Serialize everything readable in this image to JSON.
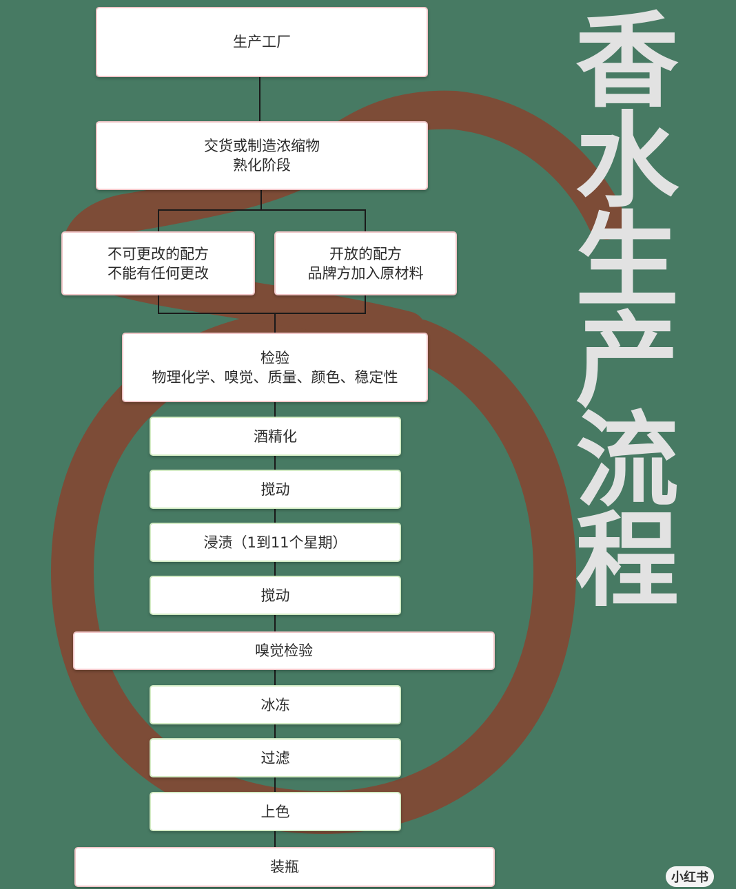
{
  "title_chars": [
    "香",
    "水",
    "生",
    "产",
    "流",
    "程"
  ],
  "nodes": {
    "factory": "生产工厂",
    "concentrate": [
      "交货或制造浓缩物",
      "熟化阶段"
    ],
    "fixed_formula": [
      "不可更改的配方",
      "不能有任何更改"
    ],
    "open_formula": [
      "开放的配方",
      "品牌方加入原材料"
    ],
    "inspection": [
      "检验",
      "物理化学、嗅觉、质量、颜色、稳定性"
    ],
    "alcoholize": "酒精化",
    "stir_1": "搅动",
    "macerate": "浸渍（1到11个星期）",
    "stir_2": "搅动",
    "olfactory_check": "嗅觉检验",
    "freeze": "冰冻",
    "filter": "过滤",
    "color": "上色",
    "bottle": "装瓶"
  },
  "logo_text": "小红书",
  "colors": {
    "background": "#477a63",
    "swirl": "#7d4c37",
    "box": "#ffffff",
    "title": "#e2e2e2",
    "line": "#1a1a1a"
  }
}
